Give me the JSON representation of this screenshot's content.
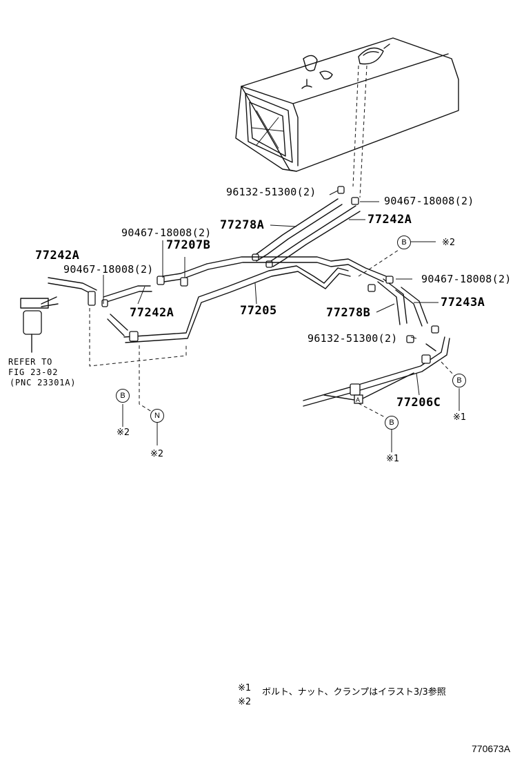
{
  "labels": {
    "p96132_top": "96132-51300(2)",
    "p90467_top": "90467-18008(2)",
    "p77278A": "77278A",
    "p77242A_top": "77242A",
    "p90467_mid": "90467-18008(2)",
    "p77207B": "77207B",
    "p77242A_left": "77242A",
    "p90467_left": "90467-18008(2)",
    "p77242A_mid": "77242A",
    "p77205": "77205",
    "p90467_right": "90467-18008(2)",
    "p77243A": "77243A",
    "p77278B": "77278B",
    "p96132_right": "96132-51300(2)",
    "p77206C": "77206C"
  },
  "refer": {
    "line1": "REFER TO",
    "line2": "FIG 23-02",
    "line3": "(PNC 23301A)"
  },
  "refs": {
    "b_top": "B",
    "b_top_note": "※2",
    "b_right": "B",
    "b_right_note": "※1",
    "b_bottom": "B",
    "b_bottom_note": "※1",
    "b_left": "B",
    "b_left_note": "※2",
    "n_left": "N",
    "n_left_note": "※2"
  },
  "notes": {
    "mark1": "※1",
    "text1": "ボルト、ナット、クランプはイラスト3/3参照",
    "mark2": "※2"
  },
  "figure_id": "770673A"
}
